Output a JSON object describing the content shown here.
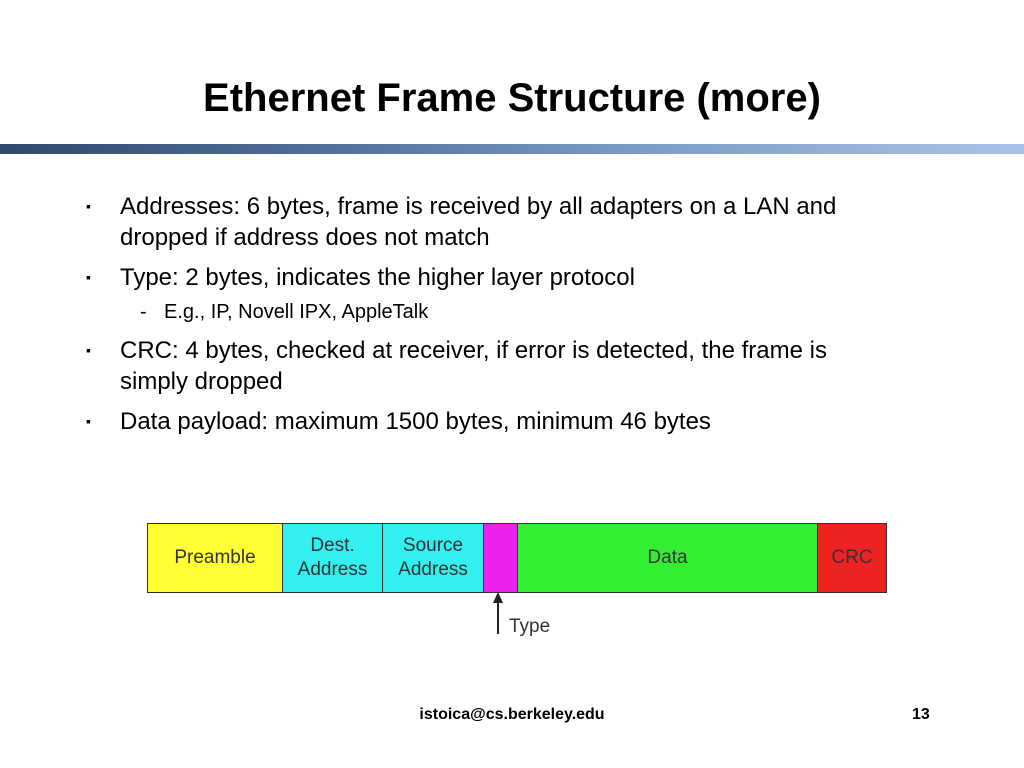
{
  "title": "Ethernet Frame Structure (more)",
  "bullets": [
    {
      "marker": "▪",
      "text": "Addresses: 6 bytes, frame is received by all adapters on a LAN and dropped if address does not match"
    },
    {
      "marker": "▪",
      "text": "Type: 2 bytes, indicates the higher layer protocol"
    },
    {
      "marker": "-",
      "text": "E.g., IP, Novell IPX, AppleTalk"
    },
    {
      "marker": "▪",
      "text": "CRC: 4 bytes, checked at receiver, if error is detected, the frame is simply dropped"
    },
    {
      "marker": "▪",
      "text": "Data payload: maximum 1500 bytes, minimum 46 bytes"
    }
  ],
  "frame": {
    "fields": [
      {
        "label": "Preamble",
        "color": "#ffff33"
      },
      {
        "label": "Dest.\nAddress",
        "color": "#33f0f0"
      },
      {
        "label": "Source\nAddress",
        "color": "#33f0f0"
      },
      {
        "label": "",
        "color": "#ee22ee"
      },
      {
        "label": "Data",
        "color": "#33ee33"
      },
      {
        "label": "CRC",
        "color": "#ee2222"
      }
    ],
    "pointer_label": "Type"
  },
  "footer": {
    "email": "istoica@cs.berkeley.edu",
    "page": "13"
  }
}
